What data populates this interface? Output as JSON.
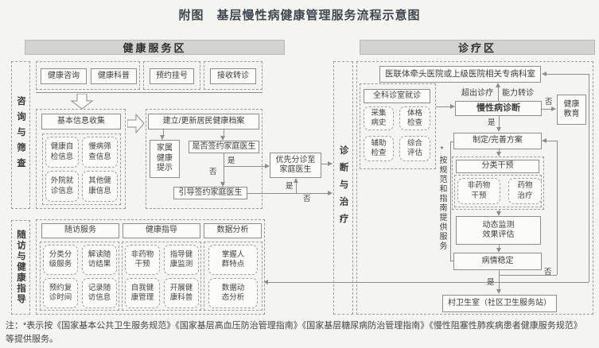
{
  "title": "附图　基层慢性病健康管理服务流程示意图",
  "yes": "是",
  "no": "否",
  "zones": {
    "health_service": "健康服务区",
    "clinic": "诊疗区"
  },
  "side_labels": {
    "consult_screen": "咨询与筛查",
    "followup_guide": "随访与健康指导",
    "diagnose_treat": "诊断与治疗"
  },
  "top_services": {
    "consult": "健康咨询",
    "education": "健康科普",
    "appointment": "预约挂号",
    "receive_referral": "接收转诊"
  },
  "info_collection": {
    "title": "基本信息收集",
    "items": [
      "健康自\n检信息",
      "慢病筛\n查信息",
      "外院就\n诊信息",
      "其他健\n康信息"
    ]
  },
  "archive": {
    "title": "建立/更新居民健康档案",
    "family_tip": "家属\n健康\n提示",
    "sign_family_doctor": "是否签约家庭医生",
    "guide_sign": "引导签约家庭医生",
    "priority_triage": "优先分诊至\n家庭医生"
  },
  "followup": {
    "title": "随访服务",
    "items": [
      "分类分\n级服务",
      "解读随\n访结果",
      "预约复\n诊时间",
      "记录随\n访信息"
    ]
  },
  "guidance": {
    "title": "健康指导",
    "items": [
      "非药物\n干预",
      "指导健\n康监测",
      "自我健\n康管理",
      "开展健\n康科普"
    ]
  },
  "analysis": {
    "title": "数据分析",
    "items": [
      "掌握人\n群特点",
      "数据动\n态分析"
    ]
  },
  "clinic": {
    "hospital": "医联体牵头医院或上级医院相关专病科室",
    "gp_room": {
      "title": "全科诊室就诊",
      "items": [
        "采集\n病史",
        "体格\n检查",
        "辅助\n检查",
        "综合\n评估"
      ]
    },
    "beyond_left": "超出诊疗",
    "beyond_right": "能力转诊",
    "diagnosis": "慢性病诊断",
    "health_education": "健康\n教育",
    "plan": "制定/完善方案",
    "intervention": {
      "title": "分类干预",
      "items": [
        "非药物\n干预",
        "药物\n治疗"
      ]
    },
    "monitor": "动态监测\n效果评估",
    "stable": "病情稳定",
    "village_clinic": "村卫生室（社区卫生服务站）",
    "note_vertical": "*按规范和指南提供服务"
  },
  "note": "注：*表示按《国家基本公共卫生服务规范》《国家基层高血压防治管理指南》《国家基层糖尿病防治管理指南》《慢性阻塞性肺疾病患者健康服务规范》\n等提供服务。"
}
